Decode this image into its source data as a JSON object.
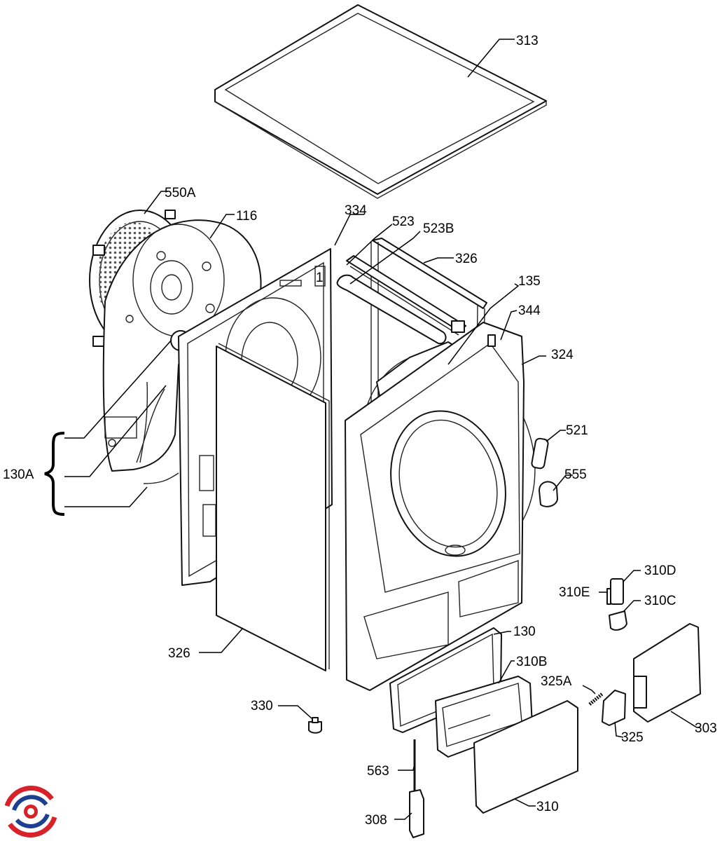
{
  "labels": {
    "l313": "313",
    "l550A": "550A",
    "l116": "116",
    "l334": "334",
    "l523": "523",
    "l523B": "523B",
    "l326top": "326",
    "l135": "135",
    "l344": "344",
    "l324": "324",
    "l521": "521",
    "l555": "555",
    "l130A": "130A",
    "l310D": "310D",
    "l310E": "310E",
    "l310C": "310C",
    "l326bottom": "326",
    "l130": "130",
    "l310B": "310B",
    "l325A": "325A",
    "l330": "330",
    "l303": "303",
    "l325": "325",
    "l563": "563",
    "l310": "310",
    "l308": "308"
  },
  "panel_digit": "1",
  "colors": {
    "line": "#111111",
    "logo_red": "#d8222a",
    "logo_blue": "#1d3f8f"
  }
}
